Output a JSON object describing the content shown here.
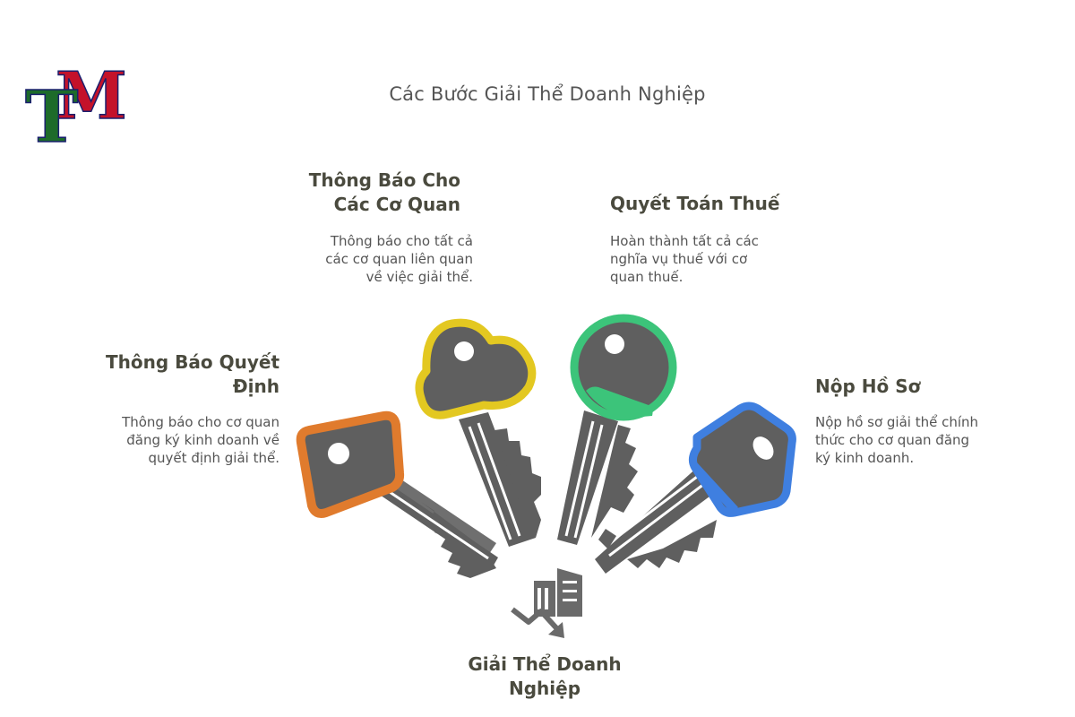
{
  "logo": {
    "letters": "TM",
    "colors": {
      "t": "#1d6b2a",
      "m": "#c4122a",
      "outline": "#1a1f6e"
    }
  },
  "title": "Các Bước Giải Thể Doanh Nghiệp",
  "steps": [
    {
      "id": "thong-bao-quyet-dinh",
      "title_line1": "Thông Báo Quyết",
      "title_line2": "Định",
      "desc_line1": "Thông báo cho cơ quan",
      "desc_line2": "đăng ký kinh doanh về",
      "desc_line3": "quyết định giải thể.",
      "color": "#e07b2d"
    },
    {
      "id": "thong-bao-co-quan",
      "title_line1": "Thông Báo Cho",
      "title_line2": "Các Cơ Quan",
      "desc_line1": "Thông báo cho tất cả",
      "desc_line2": "các cơ quan liên quan",
      "desc_line3": "về việc giải thể.",
      "color": "#e3c821"
    },
    {
      "id": "quyet-toan-thue",
      "title_line1": "Quyết Toán Thuế",
      "title_line2": "",
      "desc_line1": "Hoàn thành tất cả các",
      "desc_line2": "nghĩa vụ thuế với cơ",
      "desc_line3": "quan thuế.",
      "color": "#3cc47a"
    },
    {
      "id": "nop-ho-so",
      "title_line1": "Nộp Hồ Sơ",
      "title_line2": "",
      "desc_line1": "Nộp hồ sơ giải thể chính",
      "desc_line2": "thức cho cơ quan đăng",
      "desc_line3": "ký kinh doanh.",
      "color": "#3f7fe0"
    }
  ],
  "center": {
    "title_line1": "Giải Thể Doanh",
    "title_line2": "Nghiệp",
    "icon": "building-decline-icon"
  },
  "colors": {
    "key_body": "#5f5f5f",
    "text_title": "#4a4a3e",
    "text_desc": "#555555"
  }
}
